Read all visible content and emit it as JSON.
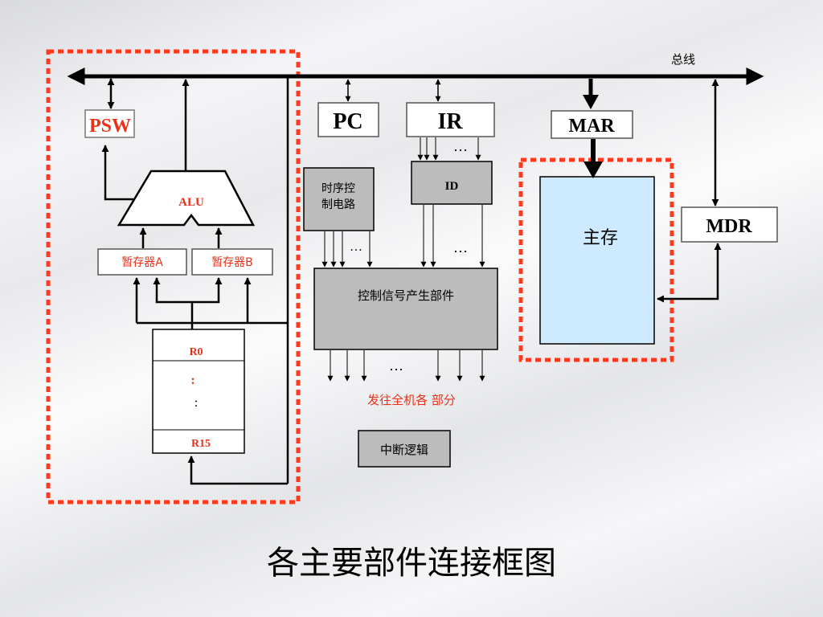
{
  "bus_label": "总线",
  "psw": "PSW",
  "alu": "ALU",
  "temp_a": "暂存器A",
  "temp_b": "暂存器B",
  "registers": {
    "first": "R0",
    "dots1": ":",
    "dots2": ":",
    "last": "R15"
  },
  "pc": "PC",
  "ir": "IR",
  "mar": "MAR",
  "mdr": "MDR",
  "id": "ID",
  "timing": {
    "line1": "时序控",
    "line2": "制电路"
  },
  "control_unit": "控制信号产生部件",
  "main_memory": "主存",
  "send_to_all": "发往全机各 部分",
  "interrupt_logic": "中断逻辑",
  "ellipsis": "…",
  "title": "各主要部件连接框图",
  "colors": {
    "red_text": "#e8321a",
    "dash_border": "#ff3b1f",
    "gray_box": "#bcbcbc",
    "memory_fill": "#cdeaff"
  }
}
